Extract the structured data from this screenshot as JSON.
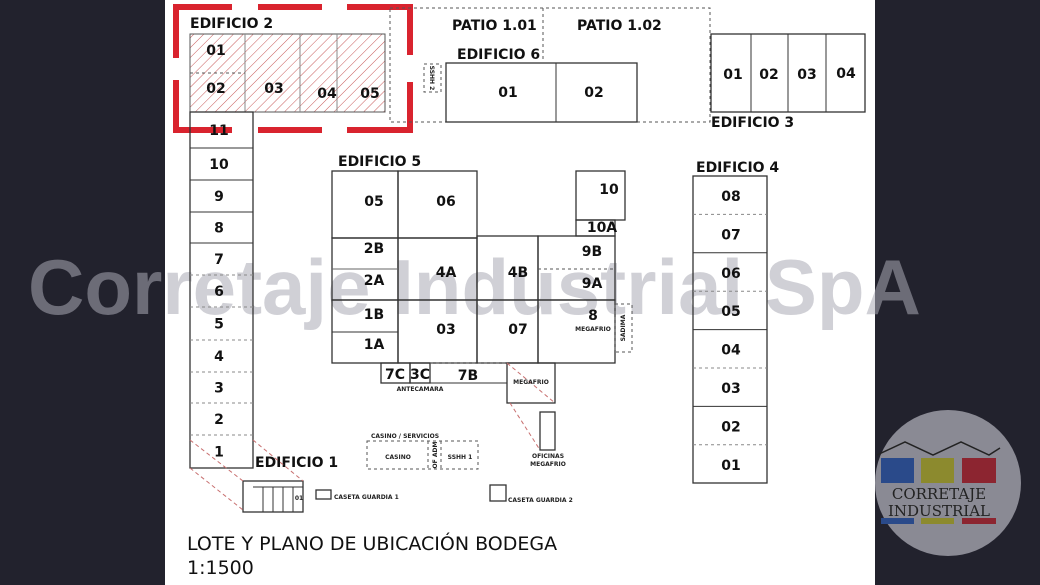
{
  "watermark": "Corretaje Industrial SpA",
  "plan": {
    "title": "LOTE Y PLANO DE UBICACIÓN  BODEGA",
    "scale": "1:1500",
    "edificio2": {
      "label": "EDIFICIO 2",
      "units": [
        "01",
        "02",
        "03",
        "04",
        "05"
      ],
      "highlight_color": "#d9232e"
    },
    "patios": [
      "PATIO 1.01",
      "PATIO 1.02"
    ],
    "edificio6": {
      "label": "EDIFICIO 6",
      "units": [
        "01",
        "02"
      ],
      "sshh": "SSHH 2"
    },
    "edificio3": {
      "label": "EDIFICIO 3",
      "units": [
        "01",
        "02",
        "03",
        "04"
      ]
    },
    "edificio1": {
      "label": "EDIFICIO 1",
      "units": [
        "11",
        "10",
        "9",
        "8",
        "7",
        "6",
        "5",
        "4",
        "3",
        "2",
        "1"
      ],
      "annex": "01"
    },
    "edificio5": {
      "label": "EDIFICIO 5",
      "units": {
        "u05": "05",
        "u06": "06",
        "u2B": "2B",
        "u2A": "2A",
        "u4A": "4A",
        "u4B": "4B",
        "u10": "10",
        "u10A": "10A",
        "u9B": "9B",
        "u9A": "9A",
        "u1B": "1B",
        "u1A": "1A",
        "u03": "03",
        "u07": "07",
        "u8": "8",
        "megafrio": "MEGAFRIO",
        "sadima": "SADIMA",
        "u7C": "7C",
        "u3C": "3C",
        "u7B": "7B",
        "antecamara": "ANTECAMARA",
        "megafrio2": "MEGAFRIO",
        "oficinas1": "OFICINAS",
        "oficinas2": "MEGAFRIO"
      }
    },
    "edificio4": {
      "label": "EDIFICIO 4",
      "units": [
        "08",
        "07",
        "06",
        "05",
        "04",
        "03",
        "02",
        "01"
      ]
    },
    "services": {
      "header": "CASINO / SERVICIOS",
      "casino": "CASINO",
      "ofadm": "OF ADM",
      "sshh1": "SSHH 1",
      "caseta1": "CASETA GUARDIA 1",
      "caseta2": "CASETA GUARDIA 2"
    }
  },
  "logo": {
    "line1": "CORRETAJE",
    "line2": "INDUSTRIAL",
    "colors": [
      "#2a4a8a",
      "#8c8a2e",
      "#8c2530"
    ]
  }
}
